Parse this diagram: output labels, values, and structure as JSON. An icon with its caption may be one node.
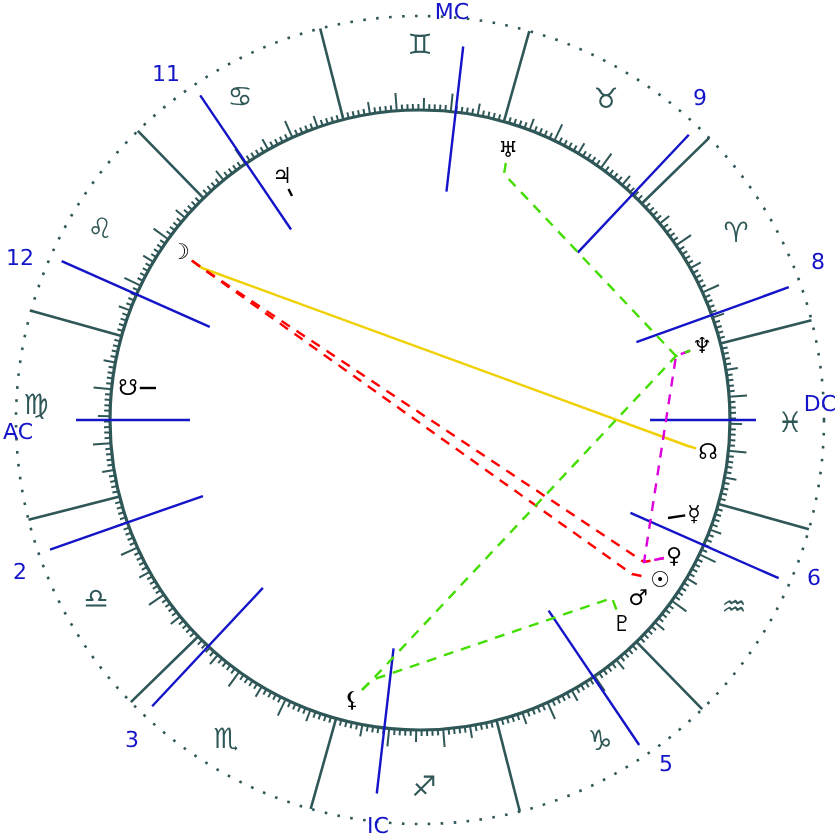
{
  "diagram": {
    "nodes": [
      {
        "text": [
          "♅"
        ]
      },
      {
        "text": [
          "♃"
        ]
      },
      {
        "text": [
          "☽"
        ]
      },
      {
        "text": [
          "♆"
        ]
      },
      {
        "text": [
          "☋"
        ]
      },
      {
        "text": [
          "☊"
        ]
      },
      {
        "text": [
          "☿"
        ]
      },
      {
        "text": [
          "♀"
        ]
      },
      {
        "text": [
          "☉"
        ]
      },
      {
        "text": [
          "♂"
        ]
      },
      {
        "text": [
          "♇"
        ]
      },
      {
        "text": [
          "⚸"
        ]
      }
    ],
    "edges": [
      {
        "from": 2,
        "to": 5,
        "arrow": "none",
        "color": "#f0d000"
      },
      {
        "from": 2,
        "to": 7,
        "arrow": "none",
        "style": "dashed",
        "color": "#ff0000"
      },
      {
        "from": 2,
        "to": 8,
        "arrow": "none",
        "style": "dashed",
        "color": "#ff0000"
      },
      {
        "from": 0,
        "to": 3,
        "arrow": "none",
        "style": "dashed",
        "color": "#44dd00"
      },
      {
        "from": 3,
        "to": 7,
        "arrow": "none",
        "style": "dashed",
        "color": "#dd00dd"
      },
      {
        "from": 11,
        "to": 3,
        "arrow": "none",
        "style": "dashed",
        "color": "#44dd00"
      },
      {
        "from": 11,
        "to": 10,
        "arrow": "none",
        "style": "dashed",
        "color": "#44dd00"
      },
      {
        "from": 1,
        "to": null,
        "arrow": "none",
        "color": "#000000"
      },
      {
        "from": 4,
        "to": null,
        "arrow": "none",
        "color": "#000000"
      },
      {
        "from": 6,
        "to": null,
        "arrow": "none",
        "color": "#000000"
      }
    ],
    "labels": [
      "MC",
      "♊",
      "11",
      "♋",
      "♉",
      "9",
      "♌",
      "♈",
      "12",
      "8",
      "DC",
      "♍",
      "♓",
      "AC",
      "2",
      "6",
      "♎",
      "♒",
      "3",
      "♏",
      "♑",
      "5",
      "♐",
      "IC"
    ]
  }
}
